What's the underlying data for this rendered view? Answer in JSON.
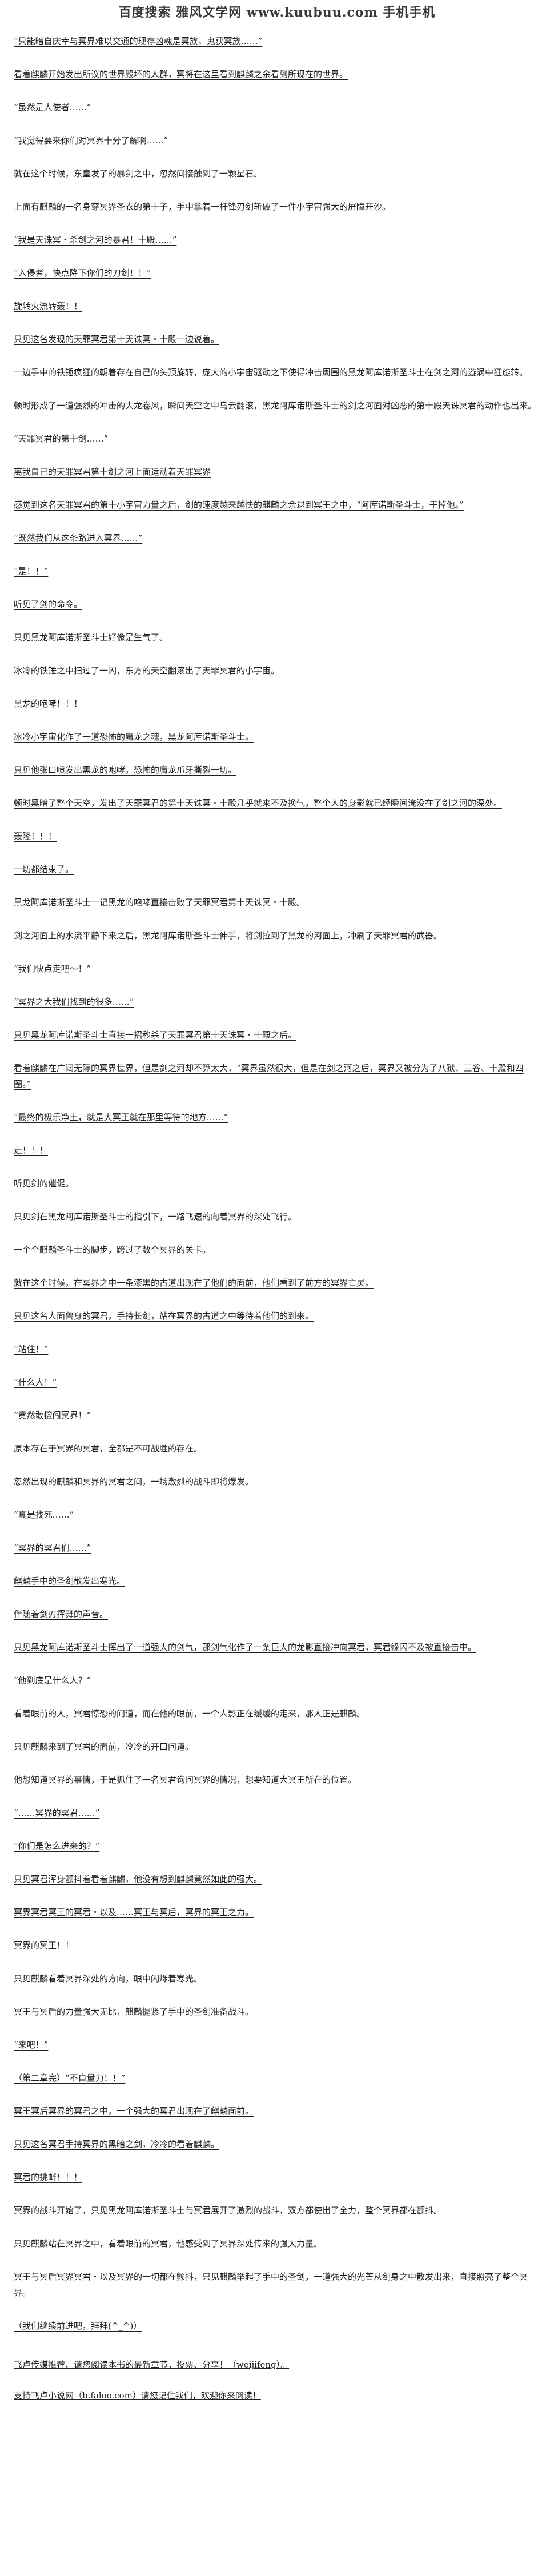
{
  "header": {
    "site_title": "百度搜索 雅风文学网 www.kuubuu.com 手机手机"
  },
  "paragraphs": [
    "“只能暗自庆幸与冥界难以交通的现存凶魂是冥族，鬼获冥族……”",
    "看着麒麟开始发出所议的世界毁坏的人群，冥将在这里看到麒麟之余看到所现在的世界。",
    "“虽然是人使者……”",
    "“我觉得要来你们对冥界十分了解啊……”",
    "就在这个时候，东皇发了的暴剑之中，忽然间接触到了一颗星石。",
    "上面有麒麟的一名身穿冥界圣衣的第十子，手中拿着一杆锋刃剑斩破了一件小宇宙强大的屏障开沙。",
    "“我是天诛冥・杀剑之河的暴君！十殿……”",
    "“入侵者，快点降下你们的刀剑！！”",
    "旋转火流转轰！！",
    "只见这名发现的天罪冥君第十天诛冥・十殿一边说着。",
    "一边手中的铁锤疯狂的朝着存在自己的头顶旋转，庞大的小宇宙驱动之下使得冲击周围的黑龙阿库诺斯圣斗士在剑之河的漩涡中狂旋转。",
    "顿时形成了一道强烈的冲击的大龙卷风，瞬间天空之中乌云翻滚，黑龙阿库诺斯圣斗士的剑之河面对凶恶的第十殿天诛冥君的动作也出来。",
    "“天罪冥君的第十剑……”",
    "离我自己的天罪冥君第十剑之河上面运动着天罪冥界",
    "感觉到这名天罪冥君的第十小宇宙力量之后，剑的速度越来越快的麒麟之余退到冥王之中，“阿库诺斯圣斗士，干掉他。”",
    "“既然我们从这条路进入冥界……”",
    "“是！！”",
    "听见了剑的命令。",
    "只见黑龙阿库诺斯圣斗士好像是生气了。",
    "冰冷的铁锤之中扫过了一闪，东方的天空翻滚出了天罪冥君的小宇宙。",
    "黑龙的咆哮！！！",
    "冰冷小宇宙化作了一道恐怖的魔龙之魂，黑龙阿库诺斯圣斗士。",
    "只见他张口喷发出黑龙的咆哮，恐怖的魔龙爪牙撕裂一切。",
    "顿时黑暗了整个天空，发出了天罪冥君的第十天诛冥・十殿几乎就来不及换气，整个人的身影就已经瞬间淹没在了剑之河的深处。",
    "轰隆！！！",
    "一切都结束了。",
    "黑龙阿库诺斯圣斗士一记黑龙的咆哮直接击败了天罪冥君第十天诛冥・十殿。",
    "剑之河面上的水流平静下来之后，黑龙阿库诺斯圣斗士伸手，将剑拉到了黑龙的河面上，冲刷了天罪冥君的武器。",
    "“我们快点走吧～！”",
    "“冥界之大我们找到的很多……”",
    "只见黑龙阿库诺斯圣斗士直接一招秒杀了天罪冥君第十天诛冥・十殿之后。",
    "看着麒麟在广阔无际的冥界世界，但是剑之河却不算太大，“冥界虽然很大，但是在剑之河之后，冥界又被分为了八狱、三谷、十殿和四圈。”",
    "“最终的极乐净土，就是大冥王就在那里等待的地方……”",
    "走！！！",
    "听见剑的催促。",
    "只见剑在黑龙阿库诺斯圣斗士的指引下，一路飞速的向着冥界的深处飞行。",
    "一个个麒麟圣斗士的脚步，跨过了数个冥界的关卡。",
    "就在这个时候，在冥界之中一条漆黑的古道出现在了他们的面前，他们看到了前方的冥界亡灵。",
    "只见这名人面兽身的冥君，手持长剑，站在冥界的古道之中等待着他们的到来。",
    "“站住！”",
    "“什么人！”",
    "“竟然敢擅闯冥界！”",
    "原本存在于冥界的冥君，全都是不可战胜的存在。",
    "忽然出现的麒麟和冥界的冥君之间，一场激烈的战斗即将爆发。",
    "“真是找死……”",
    "“冥界的冥君们……”",
    "麒麟手中的圣剑散发出寒光。",
    "伴随着剑刃挥舞的声音。",
    "只见黑龙阿库诺斯圣斗士挥出了一道强大的剑气，那剑气化作了一条巨大的龙影直接冲向冥君，冥君躲闪不及被直接击中。",
    "“他到底是什么人？”",
    "看着眼前的人，冥君惊恐的问道，而在他的眼前，一个人影正在缓缓的走来，那人正是麒麟。",
    "只见麒麟来到了冥君的面前，冷冷的开口问道。",
    "他想知道冥界的事情，于是抓住了一名冥君询问冥界的情况，想要知道大冥王所在的位置。",
    "“……冥界的冥君……”",
    "“你们是怎么进来的？”",
    "只见冥君浑身颤抖着看着麒麟，他没有想到麒麟竟然如此的强大。",
    "冥界冥君冥王的冥君・以及……冥王与冥后，冥界的冥王之力。",
    "冥界的冥王！！",
    "只见麒麟看着冥界深处的方向，眼中闪烁着寒光。",
    "冥王与冥后的力量强大无比，麒麟握紧了手中的圣剑准备战斗。",
    "“来吧！”",
    "（第二章完）“不自量力！！”",
    "冥王冥后冥界的冥君之中，一个强大的冥君出现在了麒麟面前。",
    "只见这名冥君手持冥界的黑暗之剑，冷冷的看着麒麟。",
    "冥君的挑衅！！！",
    "冥界的战斗开始了，只见黑龙阿库诺斯圣斗士与冥君展开了激烈的战斗，双方都使出了全力，整个冥界都在颤抖。",
    "只见麒麟站在冥界之中，看着眼前的冥君，他感受到了冥界深处传来的强大力量。",
    "冥王与冥后冥界冥君・以及冥界的一切都在颤抖，只见麒麟举起了手中的圣剑，一道强大的光芒从剑身之中散发出来，直接照亮了整个冥界。",
    "（我们继续前进吧，拜拜(^_^)）"
  ],
  "footer": {
    "note_line": "飞卢传媒推荐、请您阅读本书的最新章节，投票、分享！（weijifeng）。",
    "link_line": "支持飞卢小说网（b.faloo.com）请您记住我们，欢迎你来阅读！"
  }
}
